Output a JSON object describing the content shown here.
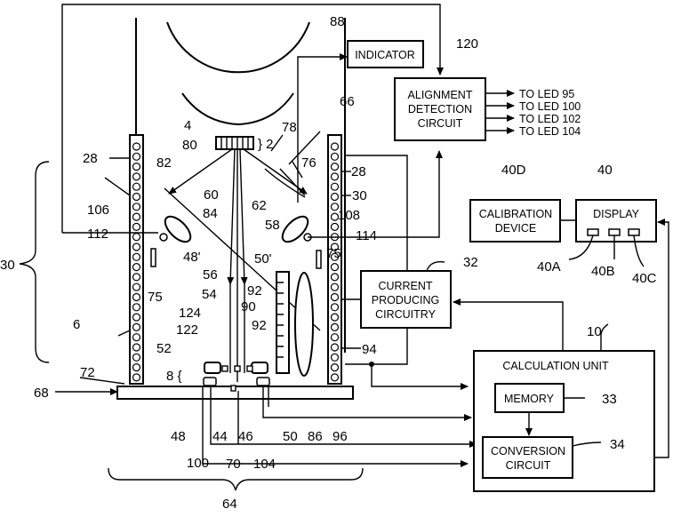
{
  "boxes": {
    "indicator": "INDICATOR",
    "alignment": [
      "ALIGNMENT",
      "DETECTION",
      "CIRCUIT"
    ],
    "calibration": [
      "CALIBRATION",
      "DEVICE"
    ],
    "display": "DISPLAY",
    "current": [
      "CURRENT",
      "PRODUCING",
      "CIRCUITRY"
    ],
    "calc_title": "CALCULATION  UNIT",
    "memory": "MEMORY",
    "conversion": [
      "CONVERSION",
      "CIRCUIT"
    ]
  },
  "outputs": [
    "TO  LED  95",
    "TO  LED  100",
    "TO  LED  102",
    "TO  LED  104"
  ],
  "refs": {
    "r88": "88",
    "r120": "120",
    "r66": "66",
    "r4": "4",
    "r78": "78",
    "r2": "} 2",
    "r80": "80",
    "r28a": "28",
    "r82": "82",
    "r76": "76",
    "r28b": "28",
    "r60": "60",
    "r62": "62",
    "r30a": "30",
    "r106": "106",
    "r84": "84",
    "r58": "58",
    "r108": "108",
    "r112": "112",
    "r114": "114",
    "r48p": "48'",
    "r50p": "50'",
    "r75a": "75",
    "r75b": "75",
    "r30big": "30",
    "r56": "56",
    "r32": "32",
    "r92a": "92",
    "r54": "54",
    "r90": "90",
    "r124": "124",
    "r6": "6",
    "r92b": "92",
    "r122": "122",
    "r52": "52",
    "r94": "94",
    "r72": "72",
    "r8": "8 {",
    "r68": "68",
    "r10": "10",
    "r33": "33",
    "r48": "48",
    "r44": "44",
    "r46": "46",
    "r50": "50",
    "r86": "86",
    "r96": "96",
    "r34": "34",
    "r100": "100",
    "r70": "70",
    "r104": "104",
    "r64": "64",
    "r40D": "40D",
    "r40": "40",
    "r40A": "40A",
    "r40B": "40B",
    "r40C": "40C"
  }
}
